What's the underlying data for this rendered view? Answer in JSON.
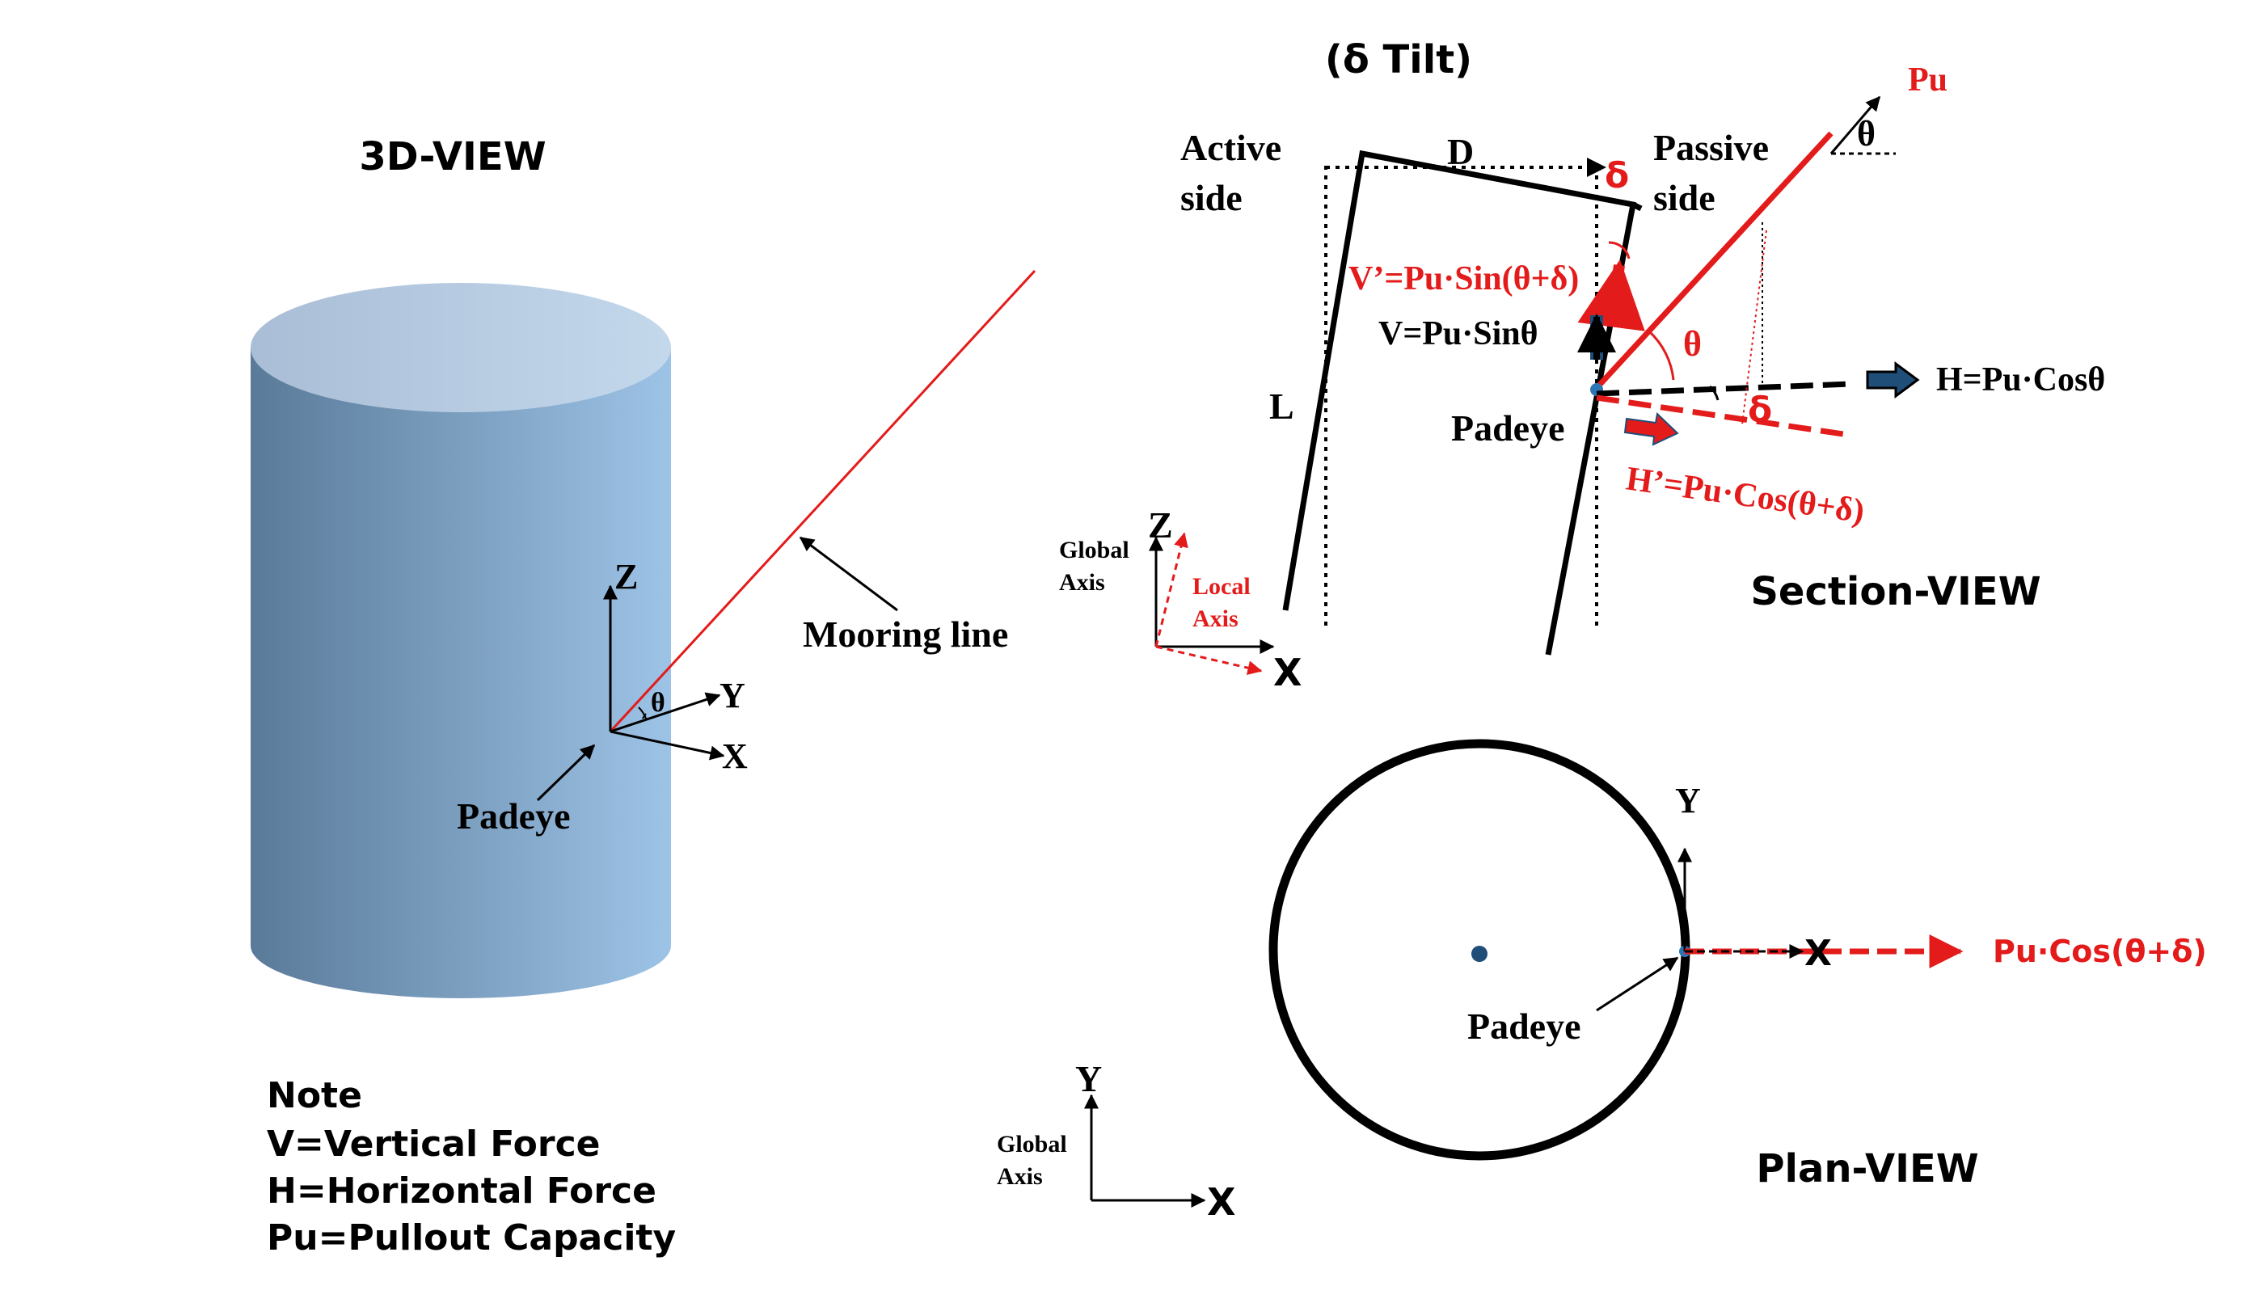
{
  "colors": {
    "line": "#000000",
    "red": "#e31b1b",
    "blue": "#1f4e79",
    "cyl_left": "#5a7a99",
    "cyl_right": "#9dc3e6",
    "cyl_top": "#b9d0e8"
  },
  "view3d": {
    "title": "3D-VIEW",
    "z": "Z",
    "y": "Y",
    "x": "X",
    "theta": "θ",
    "padeye": "Padeye",
    "mooring": "Mooring line"
  },
  "note": {
    "heading": "Note",
    "lines": [
      "V=Vertical Force",
      "H=Horizontal Force",
      "Pu=Pullout Capacity"
    ]
  },
  "section": {
    "tilt": "(δ Tilt)",
    "active1": "Active",
    "active2": "side",
    "passive1": "Passive",
    "passive2": "side",
    "d": "D",
    "delta_top": "δ",
    "pu": "Pu",
    "theta_top": "θ",
    "v_prime": "V’=Pu·Sin(θ+δ)",
    "v": "V=Pu·Sinθ",
    "theta": "θ",
    "h": "H=Pu·Cosθ",
    "l": "L",
    "padeye": "Padeye",
    "delta": "δ",
    "h_prime": "H’=Pu·Cos(θ+δ)",
    "title": "Section-VIEW",
    "global1": "Global",
    "global2": "Axis",
    "local1": "Local",
    "local2": "Axis",
    "z": "Z",
    "x": "X"
  },
  "plan": {
    "y": "Y",
    "x": "X",
    "pu_cos": "Pu·Cos(θ+δ)",
    "padeye": "Padeye",
    "title": "Plan-VIEW",
    "global1": "Global",
    "global2": "Axis",
    "gy": "Y",
    "gx": "X"
  }
}
